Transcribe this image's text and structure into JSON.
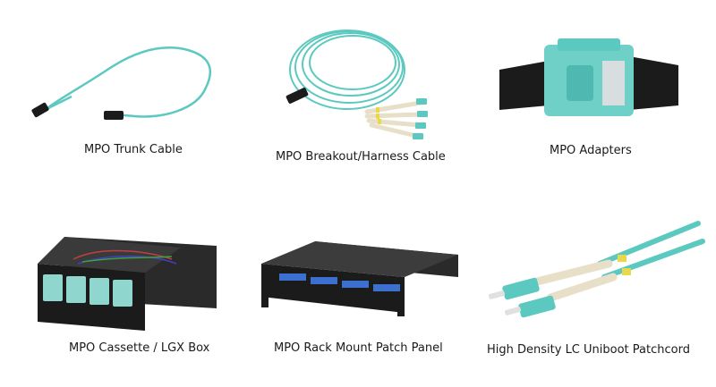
{
  "products": [
    {
      "caption": "MPO Trunk Cable",
      "icon": "mpo-trunk-cable-image"
    },
    {
      "caption": "MPO Breakout/Harness Cable",
      "icon": "mpo-breakout-cable-image"
    },
    {
      "caption": "MPO Adapters",
      "icon": "mpo-adapter-image"
    },
    {
      "caption": "MPO Cassette / LGX Box",
      "icon": "mpo-cassette-image"
    },
    {
      "caption": "MPO Rack Mount Patch Panel",
      "icon": "patch-panel-image"
    },
    {
      "caption": "High Density LC Uniboot Patchcord",
      "icon": "lc-uniboot-image"
    }
  ],
  "colors": {
    "aqua": "#5cc9c0",
    "aqua_dark": "#2e9e98",
    "black": "#1b1b1b",
    "beige": "#e8dfc8",
    "yellow": "#e8d84a"
  }
}
